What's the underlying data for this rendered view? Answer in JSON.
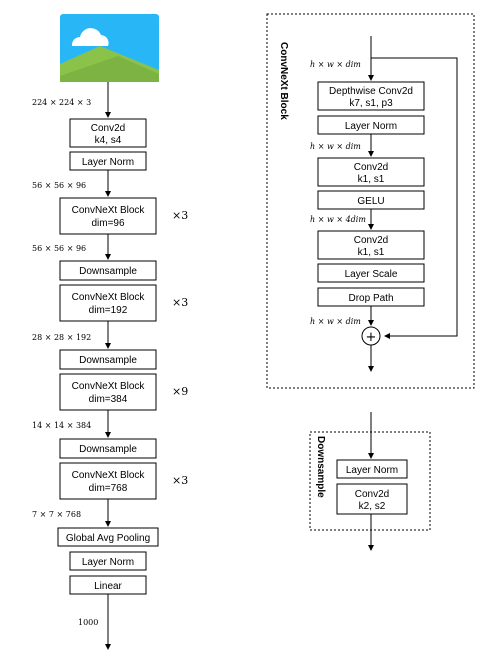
{
  "backbone": {
    "input_dim": "224 × 224 × 3",
    "stem_conv": [
      "Conv2d",
      "k4, s4"
    ],
    "stem_norm": "Layer Norm",
    "dim_1": "56 × 56 × 96",
    "stage1": [
      "ConvNeXt Block",
      "dim=96"
    ],
    "stage1_repeat": "×3",
    "dim_2": "56 × 56 × 96",
    "down1": "Downsample",
    "stage2": [
      "ConvNeXt Block",
      "dim=192"
    ],
    "stage2_repeat": "×3",
    "dim_3": "28 × 28 × 192",
    "down2": "Downsample",
    "stage3": [
      "ConvNeXt Block",
      "dim=384"
    ],
    "stage3_repeat": "×9",
    "dim_4": "14 × 14 × 384",
    "down3": "Downsample",
    "stage4": [
      "ConvNeXt Block",
      "dim=768"
    ],
    "stage4_repeat": "×3",
    "dim_5": "7 × 7 × 768",
    "pool": "Global Avg Pooling",
    "head_norm": "Layer Norm",
    "linear": "Linear",
    "output_dim": "1000"
  },
  "convnext_block": {
    "title": "ConvNeXt Block",
    "dim_in": "h × w × dim",
    "dwconv": [
      "Depthwise Conv2d",
      "k7, s1, p3"
    ],
    "norm": "Layer Norm",
    "dim_a": "h × w × dim",
    "conv_expand": [
      "Conv2d",
      "k1, s1"
    ],
    "gelu": "GELU",
    "dim_b": "h × w × 4dim",
    "conv_project": [
      "Conv2d",
      "k1, s1"
    ],
    "layer_scale": "Layer Scale",
    "drop_path": "Drop Path",
    "dim_out": "h × w × dim",
    "add_symbol": "+"
  },
  "downsample_block": {
    "title": "Downsample",
    "norm": "Layer Norm",
    "conv": [
      "Conv2d",
      "k2, s2"
    ]
  },
  "colors": {
    "image_bg": "#29b6f6",
    "hill_back": "#8bc34a",
    "hill_front": "#7cb342",
    "cloud": "#ffffff"
  },
  "icons": [
    "image-placeholder-icon"
  ]
}
